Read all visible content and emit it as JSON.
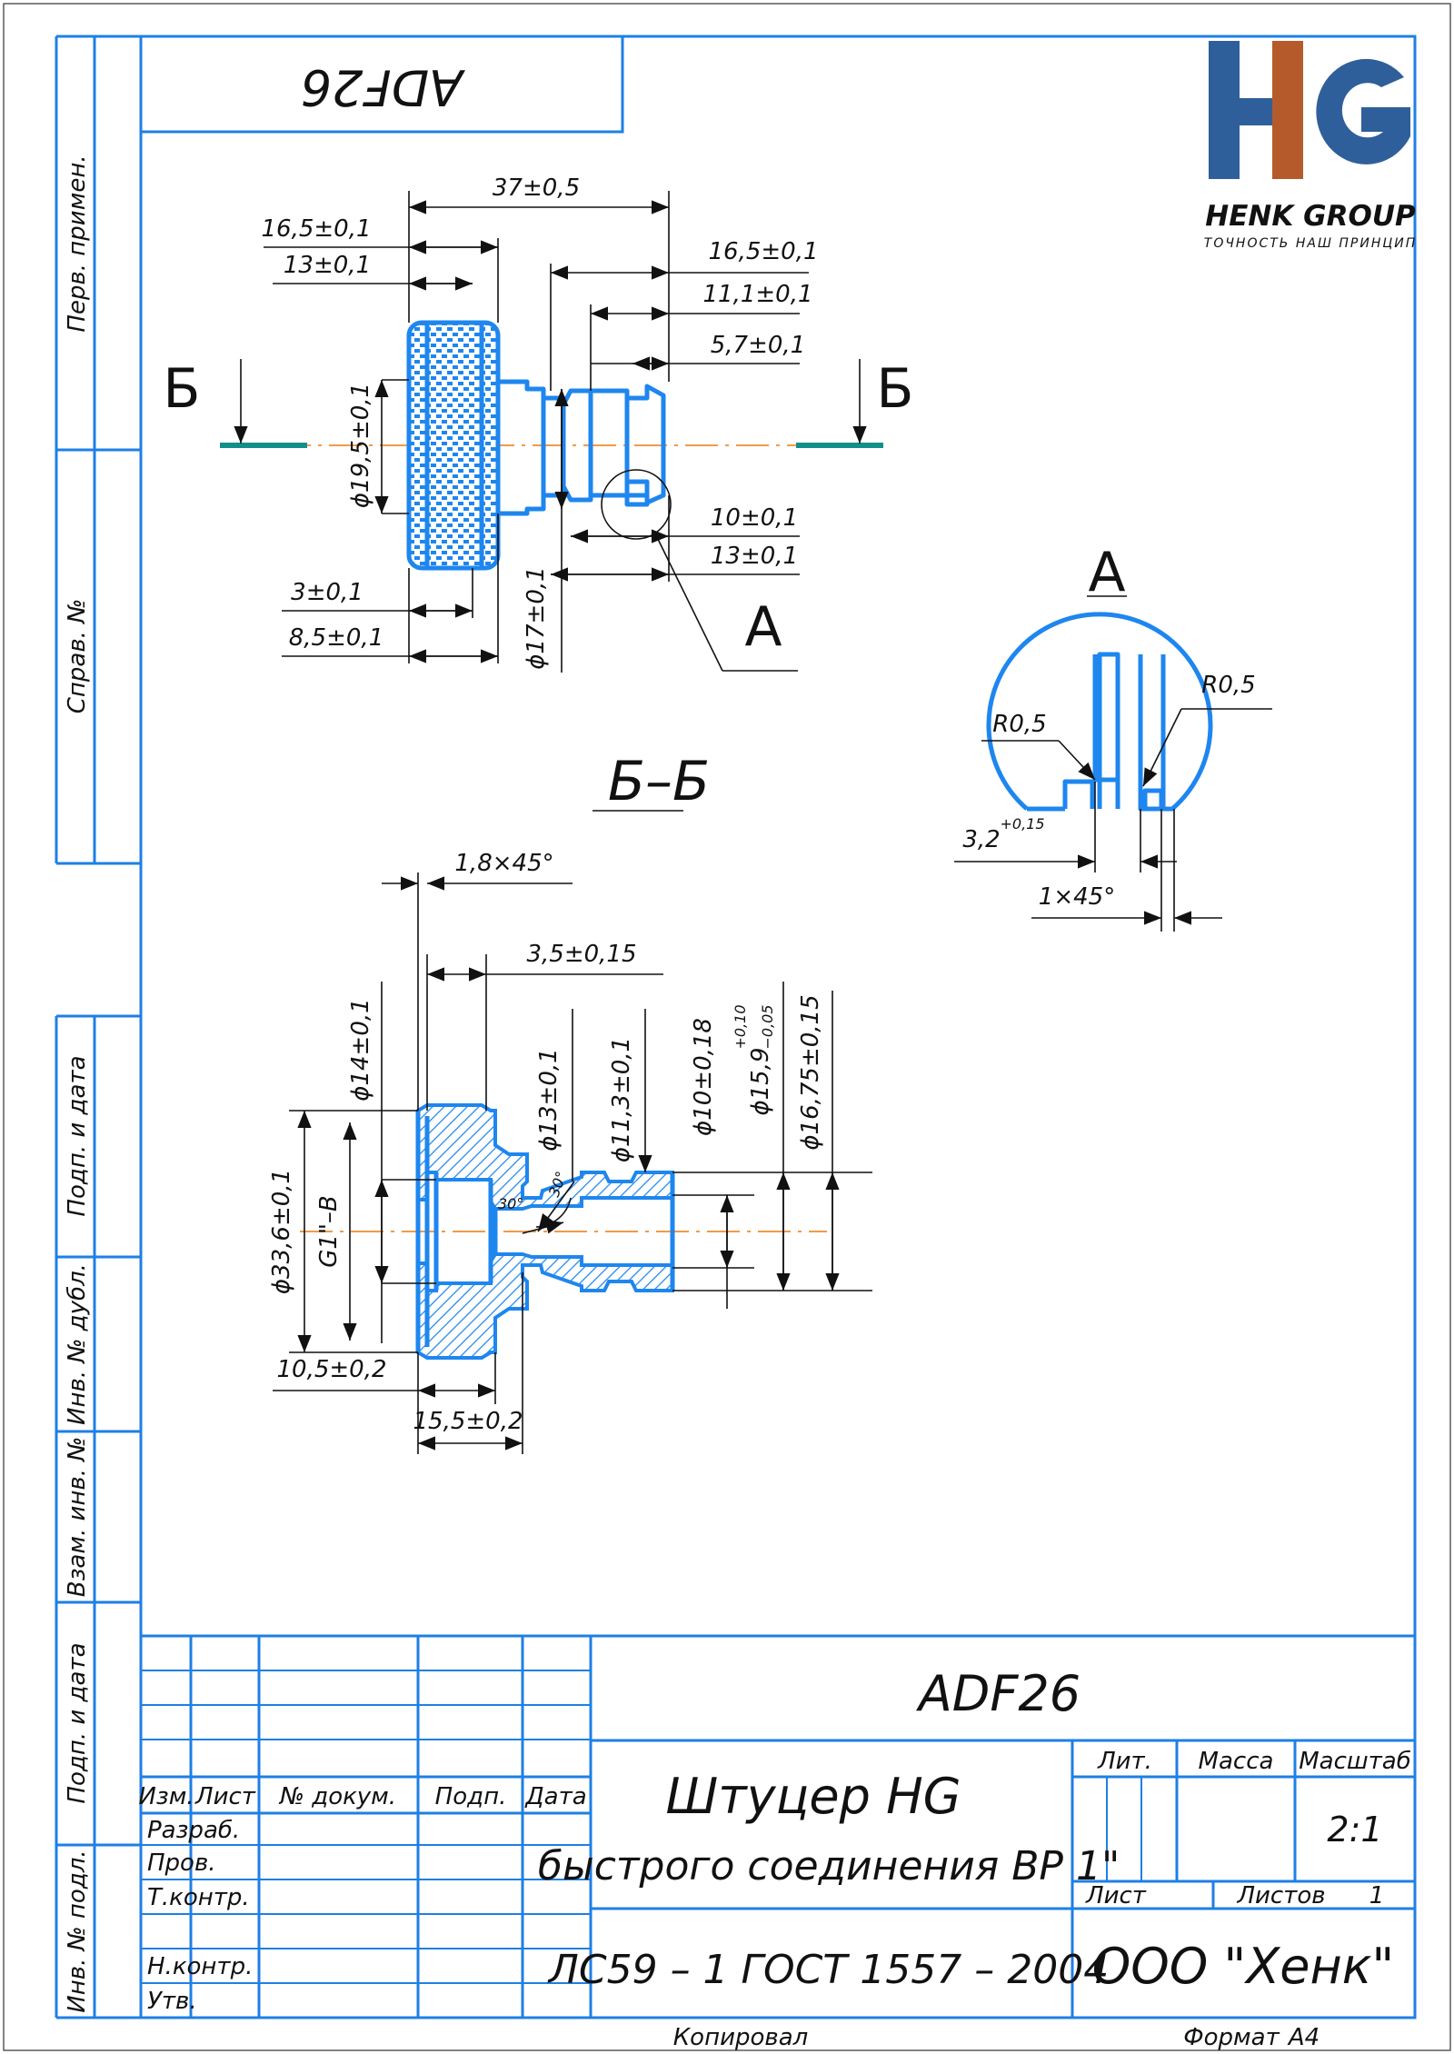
{
  "drawing_code_mirrored": "ADF26",
  "side_labels": [
    "Перв. примен.",
    "Справ. №",
    "Подп. и дата",
    "Инв. № дубл.",
    "Взам. инв. №",
    "Подп. и дата",
    "Инв. № подл."
  ],
  "logo": {
    "letters": "HG",
    "name": "HENK GROUP",
    "tagline": "ТОЧНОСТЬ НАШ ПРИНЦИП",
    "colors": {
      "blue": "#2f5f9a",
      "orange": "#b55a2a"
    }
  },
  "section_marks": {
    "cut": "Б",
    "view": "Б–Б",
    "detail": "А"
  },
  "top_view_dims": {
    "d1": "37±0,5",
    "d2": "16,5±0,1",
    "d3": "13±0,1",
    "d4": "16,5±0,1",
    "d5": "11,1±0,1",
    "d6": "5,7±0,1",
    "d7": "10±0,1",
    "d8": "13±0,1",
    "d9": "3±0,1",
    "d10": "8,5±0,1",
    "diam1": "ϕ19,5±0,1",
    "diam2": "ϕ17±0,1"
  },
  "detail_dims": {
    "r1": "R0,5",
    "r2": "R0,5",
    "w": "3,2",
    "w_tol": "+0,15",
    "chamfer": "1×45°"
  },
  "section_dims": {
    "ch": "1,8×45°",
    "d1": "3,5±0,15",
    "diam14": "ϕ14±0,1",
    "diam13": "ϕ13±0,1",
    "diam11": "ϕ11,3±0,1",
    "diam10": "ϕ10±0,18",
    "diam15": "ϕ15,9",
    "diam15_up": "+0,10",
    "diam15_lo": "−0,05",
    "diam16": "ϕ16,75±0,15",
    "diam33": "ϕ33,6±0,1",
    "thread": "G1\"–В",
    "l1": "10,5±0,2",
    "l2": "15,5±0,2",
    "angle1": "30°",
    "angle2": "30°"
  },
  "title_block": {
    "code": "ADF26",
    "headers": {
      "izm": "Изм.",
      "list": "Лист",
      "doc": "№ докум.",
      "podp": "Подп.",
      "data": "Дата"
    },
    "roles": [
      "Разраб.",
      "Пров.",
      "Т.контр.",
      "",
      "Н.контр.",
      "Утв."
    ],
    "name_line1": "Штуцер HG",
    "name_line2": "быстрого соединения ВР 1\"",
    "lit": "Лит.",
    "mass": "Масса",
    "scale_label": "Масштаб",
    "scale": "2:1",
    "sheet": "Лист",
    "sheets": "Листов",
    "sheets_count": "1",
    "material": "ЛС59 – 1 ГОСТ 1557 – 2004",
    "company": "ООО \"Хенк\"",
    "copied": "Копировал",
    "format_label": "Формат",
    "format": "А4"
  }
}
